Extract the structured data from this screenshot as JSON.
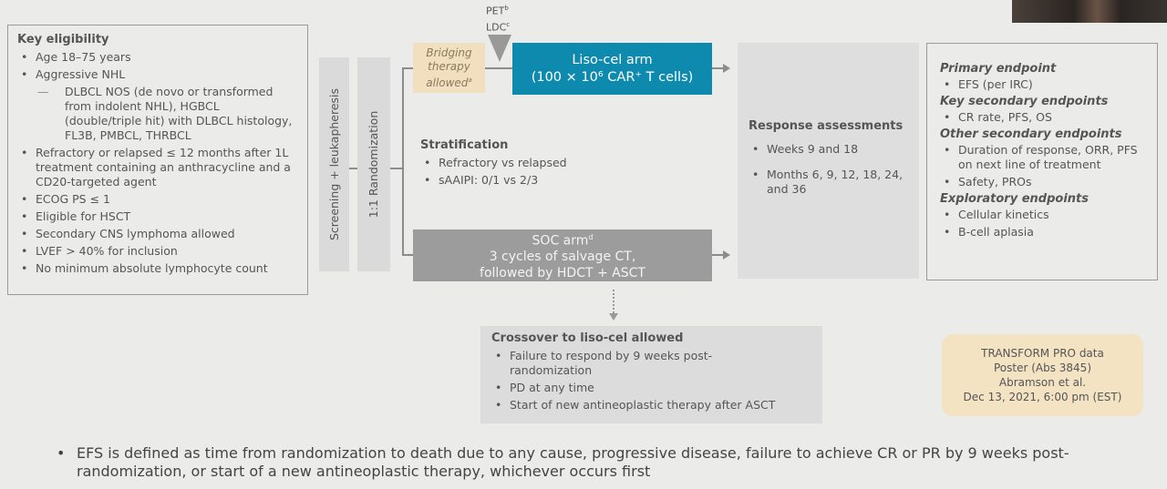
{
  "eligibility": {
    "title": "Key eligibility",
    "items": [
      "Age 18–75 years",
      "Aggressive NHL",
      "DLBCL NOS (de novo or transformed from indolent NHL), HGBCL (double/triple hit) with DLBCL histology, FL3B, PMBCL, THRBCL",
      "Refractory or relapsed ≤ 12 months after 1L treatment containing an anthracycline and a CD20-targeted agent",
      "ECOG PS ≤ 1",
      "Eligible for HSCT",
      "Secondary CNS lymphoma allowed",
      "LVEF > 40% for inclusion",
      "No minimum absolute lymphocyte count"
    ]
  },
  "flow": {
    "screening": "Screening + leukapheresis",
    "randomization": "1:1 Randomization",
    "bridging": "Bridging therapy allowed",
    "bridging_sup": "a",
    "pet": "PET",
    "pet_sup": "b",
    "ldc": "LDC",
    "ldc_sup": "c",
    "liso_line1": "Liso-cel arm",
    "liso_line2": "(100 × 10⁶ CAR⁺ T cells)",
    "soc_line1": "SOC arm",
    "soc_sup": "d",
    "soc_line2": "3 cycles of salvage CT,",
    "soc_line3": "followed by HDCT + ASCT"
  },
  "stratification": {
    "title": "Stratification",
    "items": [
      "Refractory vs relapsed",
      "sAAIPI: 0/1 vs 2/3"
    ]
  },
  "response": {
    "title": "Response assessments",
    "items": [
      "Weeks 9 and 18",
      "Months 6, 9, 12, 18, 24, and 36"
    ]
  },
  "endpoints": {
    "primary_title": "Primary endpoint",
    "primary": [
      "EFS (per IRC)"
    ],
    "key_title": "Key secondary endpoints",
    "key": [
      "CR rate, PFS, OS"
    ],
    "other_title": "Other secondary endpoints",
    "other": [
      "Duration of response, ORR, PFS on next line of treatment",
      "Safety, PROs"
    ],
    "expl_title": "Exploratory endpoints",
    "expl": [
      "Cellular kinetics",
      "B-cell aplasia"
    ]
  },
  "crossover": {
    "title": "Crossover to liso-cel allowed",
    "items": [
      "Failure to respond by 9 weeks post-randomization",
      "PD at any time",
      "Start of new antineoplastic therapy after ASCT"
    ]
  },
  "transform": {
    "line1": "TRANSFORM PRO data",
    "line2": "Poster (Abs 3845)",
    "line3": "Abramson et al.",
    "line4": "Dec 13, 2021, 6:00 pm (EST)"
  },
  "footer": "EFS is defined as time from randomization to death due to any cause, progressive disease, failure to achieve CR or PR by 9 weeks post-randomization, or start of a new antineoplastic therapy, whichever occurs first"
}
